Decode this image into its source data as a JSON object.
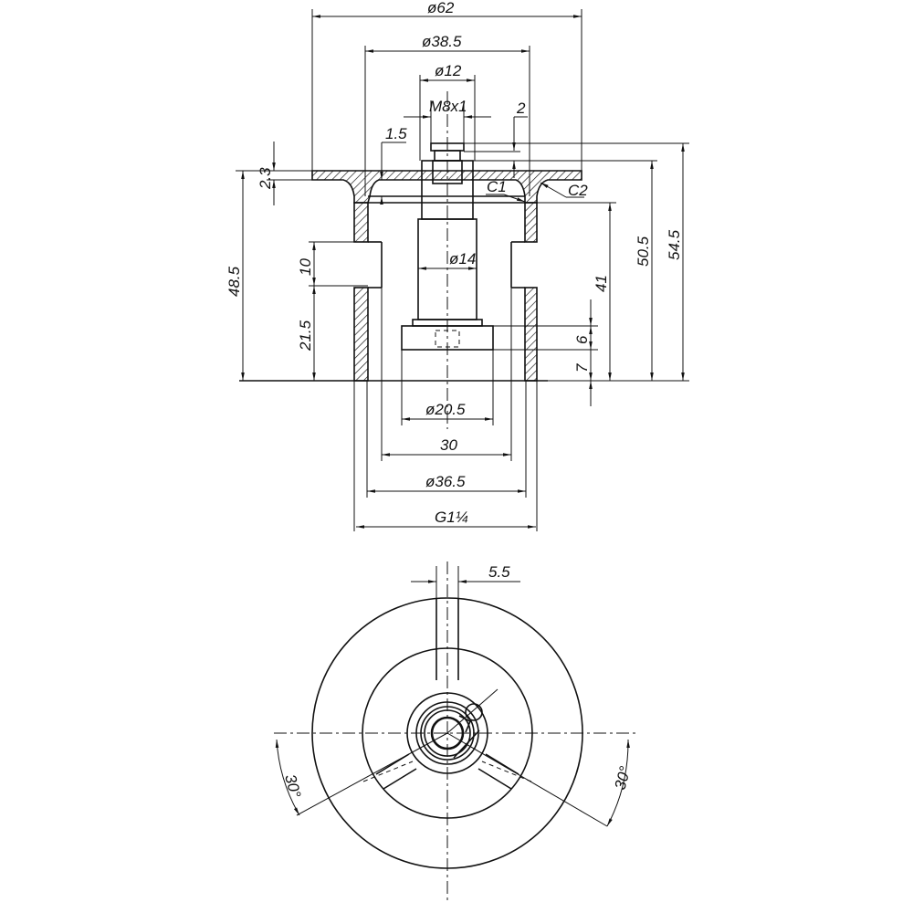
{
  "drawing": {
    "front_view": {
      "dims": {
        "d62": "ø62",
        "d38_5": "ø38.5",
        "d12": "ø12",
        "thread": "M8x1",
        "h2": "2",
        "h1_5": "1.5",
        "h2_3": "2.3",
        "c1": "C1",
        "c2": "C2",
        "h48_5": "48.5",
        "h10": "10",
        "h21_5": "21.5",
        "d14": "ø14",
        "h41": "41",
        "h50_5": "50.5",
        "h54_5": "54.5",
        "h6": "6",
        "h7": "7",
        "d20_5": "ø20.5",
        "w30": "30",
        "d36_5": "ø36.5",
        "pipe": "G1¼"
      }
    },
    "bottom_view": {
      "dims": {
        "slot": "5.5",
        "angle_left": "30°",
        "angle_right": "30°"
      }
    }
  }
}
